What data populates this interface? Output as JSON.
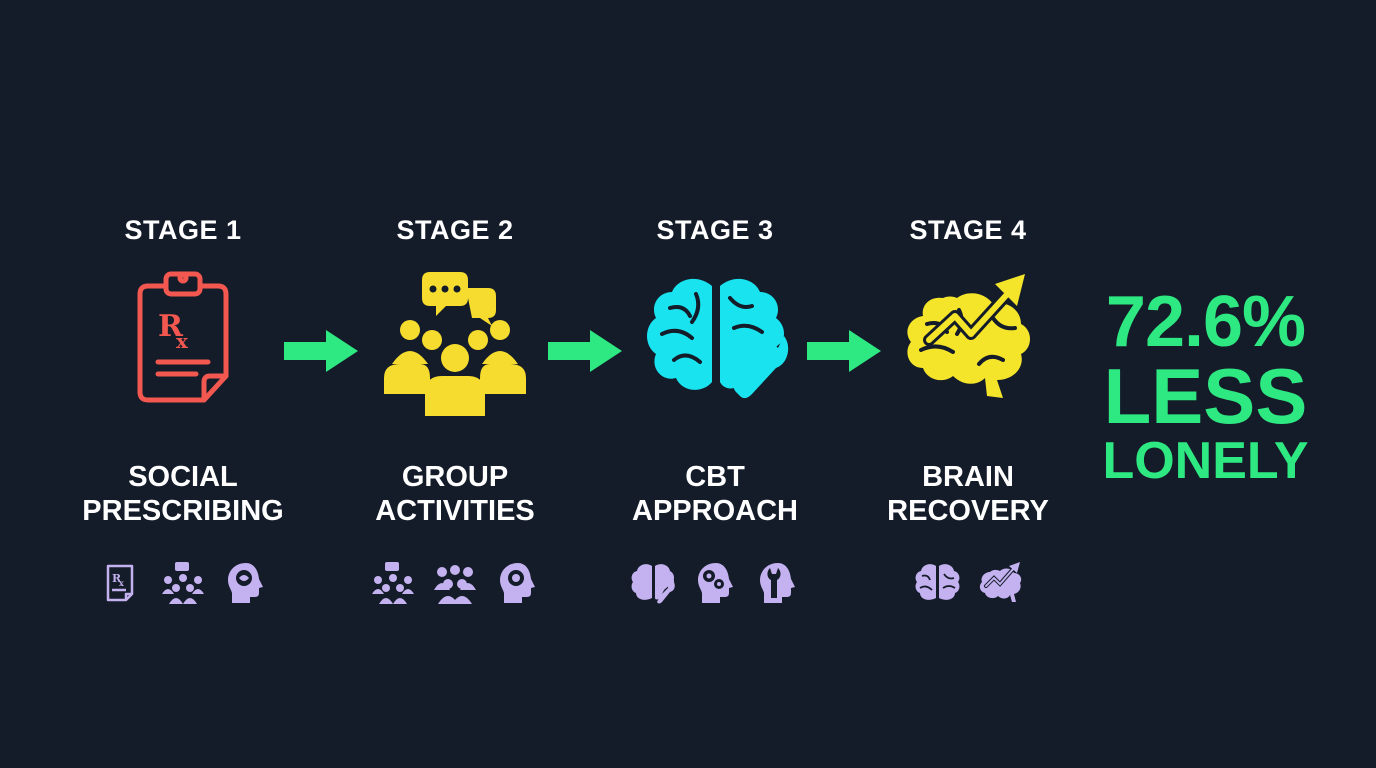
{
  "stages": [
    {
      "label": "STAGE 1",
      "title_line1": "SOCIAL",
      "title_line2": "PRESCRIBING",
      "icon": "prescription-clipboard-icon",
      "color": "#f2584f"
    },
    {
      "label": "STAGE 2",
      "title_line1": "GROUP",
      "title_line2": "ACTIVITIES",
      "icon": "group-chat-icon",
      "color": "#f5dc2e"
    },
    {
      "label": "STAGE 3",
      "title_line1": "CBT",
      "title_line2": "APPROACH",
      "icon": "brain-wrench-icon",
      "color": "#19e3ef"
    },
    {
      "label": "STAGE 4",
      "title_line1": "BRAIN",
      "title_line2": "RECOVERY",
      "icon": "brain-growth-icon",
      "color": "#f5e52a"
    }
  ],
  "result": {
    "line1": "72.6%",
    "line2": "LESS",
    "line3": "LONELY",
    "color": "#2ee882"
  },
  "colors": {
    "background": "#141b29",
    "arrow": "#2ee882",
    "mini_icons": "#c4b2f0"
  }
}
